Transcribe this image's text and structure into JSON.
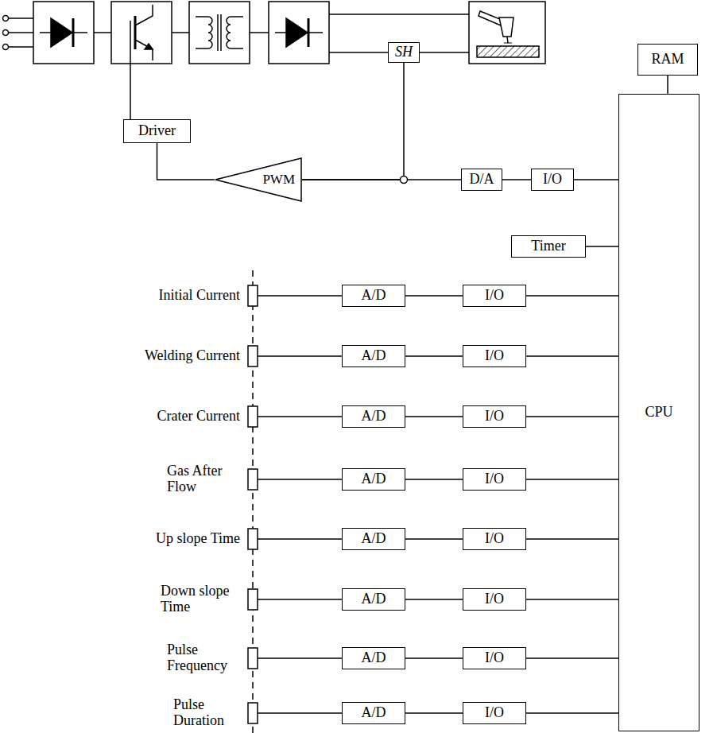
{
  "diagram": {
    "nodes": [
      {
        "text": [
          "RAM"
        ]
      },
      {
        "text": [
          "SH"
        ]
      },
      {
        "text": [
          "Driver"
        ]
      },
      {
        "text": [
          "PWM"
        ]
      },
      {
        "text": [
          "D/A"
        ]
      },
      {
        "text": [
          "I/O"
        ]
      },
      {
        "text": [
          "Timer"
        ]
      },
      {
        "text": [
          "CPU"
        ]
      },
      {
        "text": [
          "A/D"
        ]
      },
      {
        "text": [
          "I/O"
        ]
      },
      {
        "text": [
          "A/D"
        ]
      },
      {
        "text": [
          "I/O"
        ]
      },
      {
        "text": [
          "A/D"
        ]
      },
      {
        "text": [
          "I/O"
        ]
      },
      {
        "text": [
          "A/D"
        ]
      },
      {
        "text": [
          "I/O"
        ]
      },
      {
        "text": [
          "A/D"
        ]
      },
      {
        "text": [
          "I/O"
        ]
      },
      {
        "text": [
          "A/D"
        ]
      },
      {
        "text": [
          "I/O"
        ]
      },
      {
        "text": [
          "A/D"
        ]
      },
      {
        "text": [
          "I/O"
        ]
      },
      {
        "text": [
          "A/D"
        ]
      },
      {
        "text": [
          "I/O"
        ]
      }
    ],
    "edges": [
      {
        "from": 0,
        "to": 7,
        "arrow": "none"
      },
      {
        "from": 1,
        "to": 3,
        "arrow": "none"
      },
      {
        "from": 2,
        "to": 3,
        "arrow": "none"
      },
      {
        "from": 4,
        "to": 3,
        "arrow": "none"
      },
      {
        "from": 4,
        "to": 5,
        "arrow": "none"
      },
      {
        "from": 5,
        "to": 7,
        "arrow": "none"
      },
      {
        "from": 6,
        "to": 7,
        "arrow": "none"
      },
      {
        "from": 8,
        "to": 9,
        "arrow": "none"
      },
      {
        "from": 9,
        "to": 7,
        "arrow": "none"
      },
      {
        "from": 10,
        "to": 11,
        "arrow": "none"
      },
      {
        "from": 11,
        "to": 7,
        "arrow": "none"
      },
      {
        "from": 12,
        "to": 13,
        "arrow": "none"
      },
      {
        "from": 13,
        "to": 7,
        "arrow": "none"
      },
      {
        "from": 14,
        "to": 15,
        "arrow": "none"
      },
      {
        "from": 15,
        "to": 7,
        "arrow": "none"
      },
      {
        "from": 16,
        "to": 17,
        "arrow": "none"
      },
      {
        "from": 17,
        "to": 7,
        "arrow": "none"
      },
      {
        "from": 18,
        "to": 19,
        "arrow": "none"
      },
      {
        "from": 19,
        "to": 7,
        "arrow": "none"
      },
      {
        "from": 20,
        "to": 21,
        "arrow": "none"
      },
      {
        "from": 21,
        "to": 7,
        "arrow": "none"
      },
      {
        "from": 22,
        "to": 23,
        "arrow": "none"
      },
      {
        "from": 23,
        "to": 7,
        "arrow": "none"
      }
    ],
    "labels": [
      "Initial Current",
      "Welding Current",
      "Crater Current",
      "Gas After Flow",
      "Up slope Time",
      "Down slope Time",
      "Pulse Frequency",
      "Pulse Duration"
    ]
  }
}
